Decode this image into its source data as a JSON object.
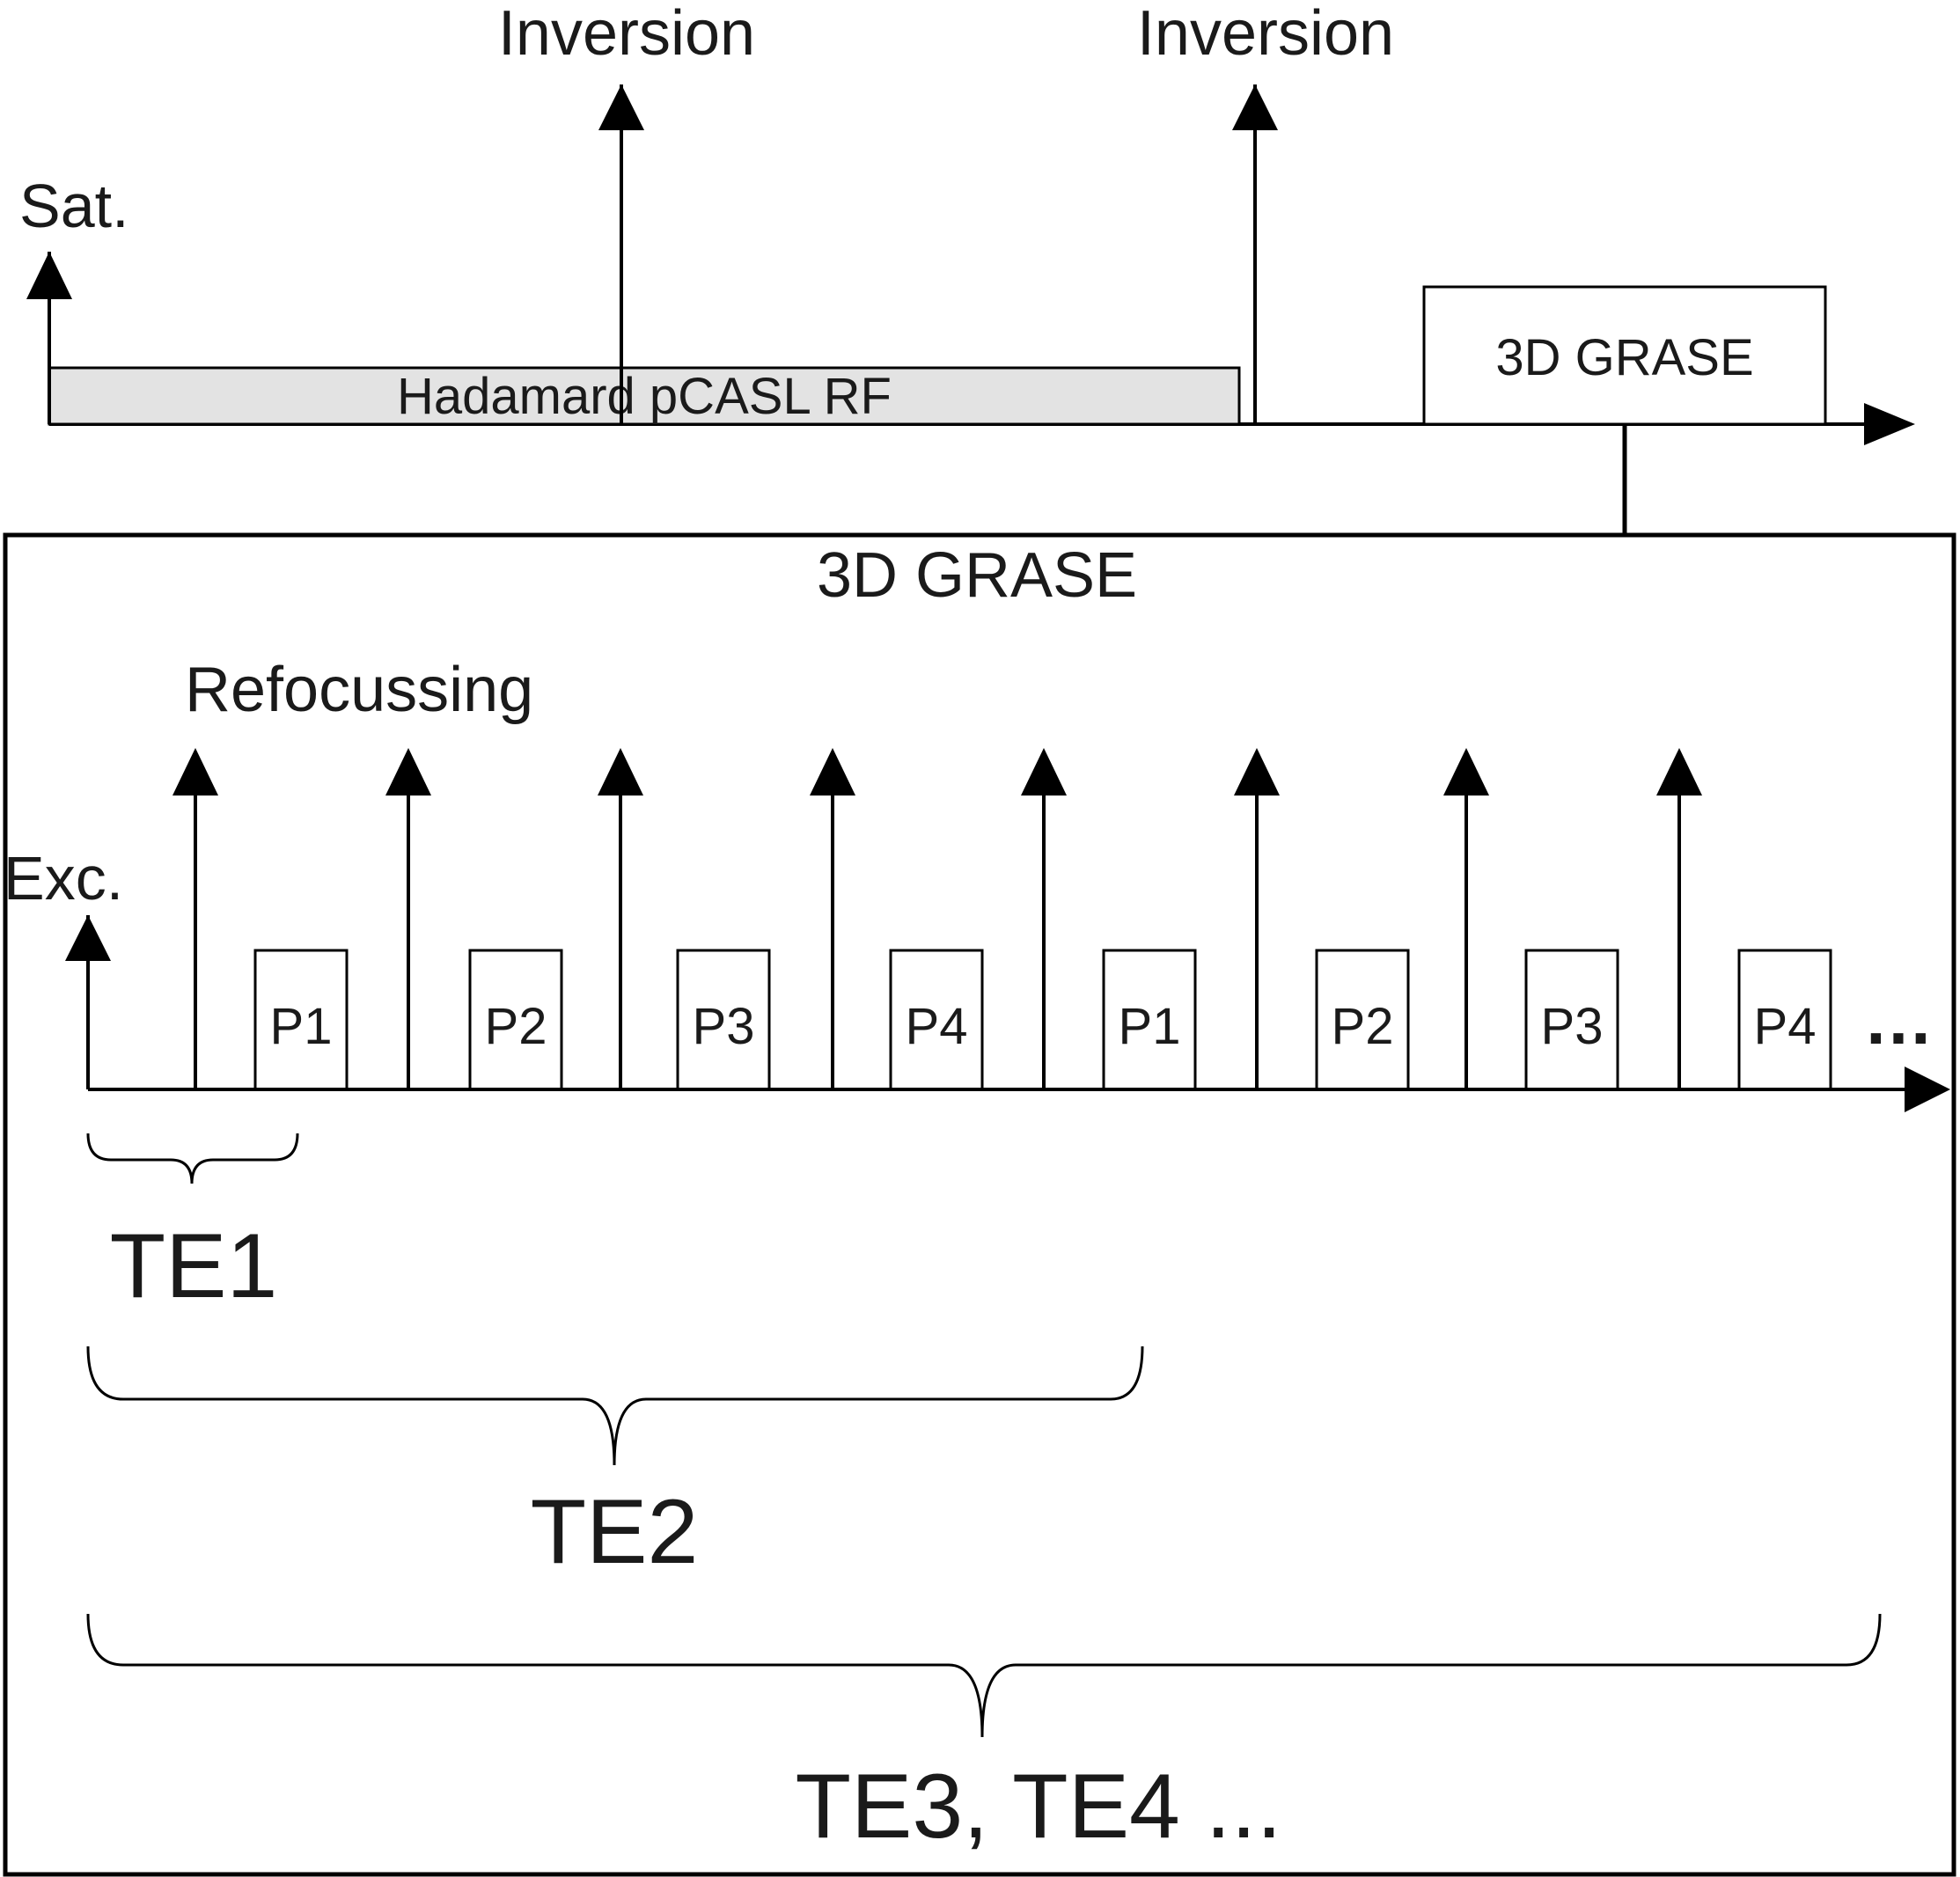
{
  "top": {
    "sat_label": "Sat.",
    "inversion_labels": [
      "Inversion",
      "Inversion"
    ],
    "pcasl_label": "Hadamard pCASL RF",
    "readout_label": "3D GRASE"
  },
  "detail": {
    "title": "3D GRASE",
    "refocusing_label": "Refocussing",
    "excitation_label": "Exc.",
    "partitions": [
      "P1",
      "P2",
      "P3",
      "P4",
      "P1",
      "P2",
      "P3",
      "P4"
    ],
    "continuation": "…",
    "echo_times": [
      "TE1",
      "TE2",
      "TE3, TE4 ..."
    ]
  },
  "colors": {
    "line": "#000000",
    "pcasl_fill": "#e3e3e3",
    "text": "#1a1a1a"
  }
}
